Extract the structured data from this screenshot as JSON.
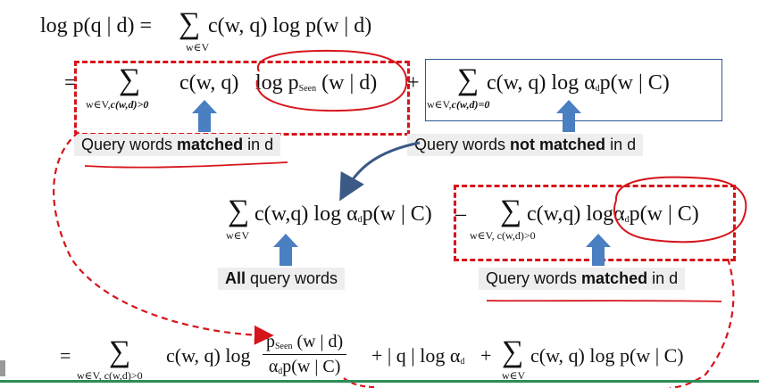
{
  "formula": {
    "row1": {
      "lhs": "log p(q | d) =",
      "sum_sub": "w∈V",
      "rhs": "c(w, q) log p(w | d)"
    },
    "row2": {
      "eq_sign": "=",
      "sum1_sub_prefix": "w∈V,",
      "sum1_sub_cond": "c(w,d)>0",
      "term1_a": "c(w, q)",
      "term1_b_log": "log p",
      "term1_b_subscript": "Seen",
      "term1_b_end": "(w | d)",
      "plus": "+",
      "sum2_sub_prefix": "w∈V,",
      "sum2_sub_cond": "c(w,d)=0",
      "term2_a": "c(w, q) log α",
      "term2_a_sub": "d",
      "term2_b": "p(w | C)"
    },
    "row3": {
      "sum1_sub": "w∈V",
      "term1_a": "c(w,q) log α",
      "term1_a_sub": "d",
      "term1_b": "p(w | C)",
      "minus": "–",
      "sum2_sub": "w∈V, c(w,d)>0",
      "term2_a": "c(w,q) log",
      "term2_b_alpha": "α",
      "term2_b_sub": "d",
      "term2_b_end": "p(w | C)"
    },
    "row4": {
      "eq_sign": "=",
      "sum1_sub": "w∈V, c(w,d)>0",
      "term1_a": "c(w, q) log",
      "frac_num_p": "p",
      "frac_num_sub": "Seen",
      "frac_num_end": "(w | d)",
      "frac_den_alpha": "α",
      "frac_den_sub": "d",
      "frac_den_end": "p(w | C)",
      "mid": "+ | q | log α",
      "mid_sub": "d",
      "plus": "+",
      "sum2_sub": "w∈V",
      "term2": "c(w, q) log p(w | C)"
    }
  },
  "labels": {
    "matched_prefix": "Query words ",
    "matched_bold": "matched",
    "matched_suffix": " in d",
    "not_matched_prefix": "Query words ",
    "not_matched_bold": "not matched",
    "not_matched_suffix": " in d",
    "all_bold": "All",
    "all_suffix": " query words",
    "matched2_prefix": "Query words ",
    "matched2_bold": "matched",
    "matched2_suffix": " in d"
  },
  "sigma_symbol": "∑",
  "colors": {
    "annotation_red": "#d6151b",
    "arrow_blue": "#4a7fc1",
    "box_blue": "#2f5597",
    "curve_arrow": "#3b5a85",
    "label_bg": "#eeeeee",
    "bottom_line": "#2e8b57"
  }
}
